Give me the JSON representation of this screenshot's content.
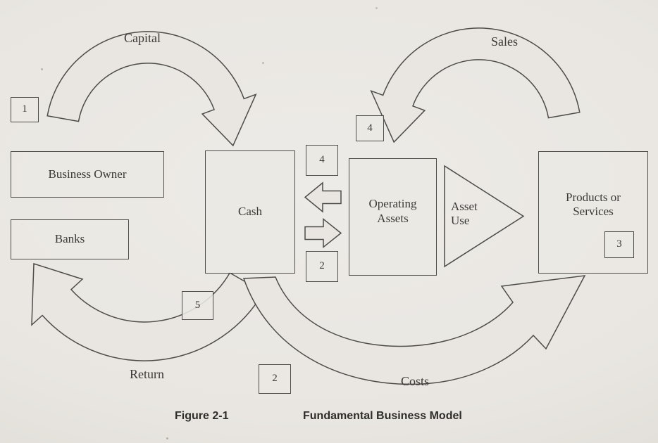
{
  "figure": {
    "caption_label": "Figure 2-1",
    "caption_title": "Fundamental Business Model"
  },
  "boxes": {
    "business_owner": "Business Owner",
    "banks": "Banks",
    "cash": "Cash",
    "operating_assets": "Operating Assets",
    "products_services": "Products or Services"
  },
  "flow_labels": {
    "capital": "Capital",
    "sales": "Sales",
    "return": "Return",
    "costs": "Costs",
    "asset_use": "Asset Use"
  },
  "markers": {
    "owner_capital": "1",
    "cash_to_assets": "2",
    "costs": "2",
    "products": "3",
    "sales_receipt": "4",
    "assets_to_cash": "4",
    "return": "5"
  },
  "colors": {
    "background": "#e9e6e1",
    "line": "#4e4c48",
    "text": "#3b3935",
    "caption": "#2f2d29"
  }
}
